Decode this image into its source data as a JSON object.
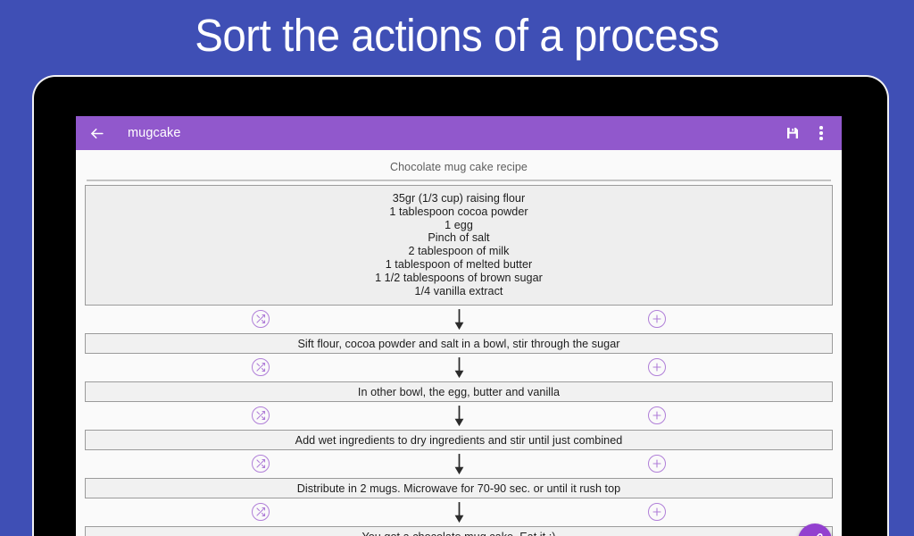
{
  "promo": {
    "headline": "Sort the actions of a process"
  },
  "colors": {
    "background": "#3f4fb5",
    "appbar": "#9158cc",
    "accent_purple": "#b07fd8",
    "fab": "#9340cf",
    "box_fill": "#f1f1f1",
    "box_border": "#9b9b9b"
  },
  "appbar": {
    "back_icon": "arrow-left-icon",
    "title": "mugcake",
    "save_icon": "save-floppy-icon",
    "overflow_icon": "more-vertical-icon"
  },
  "content": {
    "recipe_title": "Chocolate mug cake recipe",
    "ingredients": [
      "35gr (1/3 cup) raising flour",
      "1 tablespoon cocoa powder",
      "1 egg",
      "Pinch of salt",
      "2 tablespoon of milk",
      "1 tablespoon of melted butter",
      "1 1/2 tablespoons of brown sugar",
      "1/4 vanilla extract"
    ],
    "connector": {
      "swap_icon": "shuffle-icon",
      "add_icon": "plus-circle-icon",
      "flow_icon": "arrow-down-icon"
    },
    "steps": [
      "Sift flour, cocoa powder and salt in a bowl, stir through the sugar",
      "In other bowl, the egg, butter and vanilla",
      "Add wet ingredients to dry ingredients and stir until just combined",
      "Distribute in 2 mugs. Microwave for 70-90 sec. or until it rush top",
      "You got a chocolate mug cake. Eat it :)"
    ]
  },
  "fab": {
    "icon": "pencil-edit-icon"
  }
}
